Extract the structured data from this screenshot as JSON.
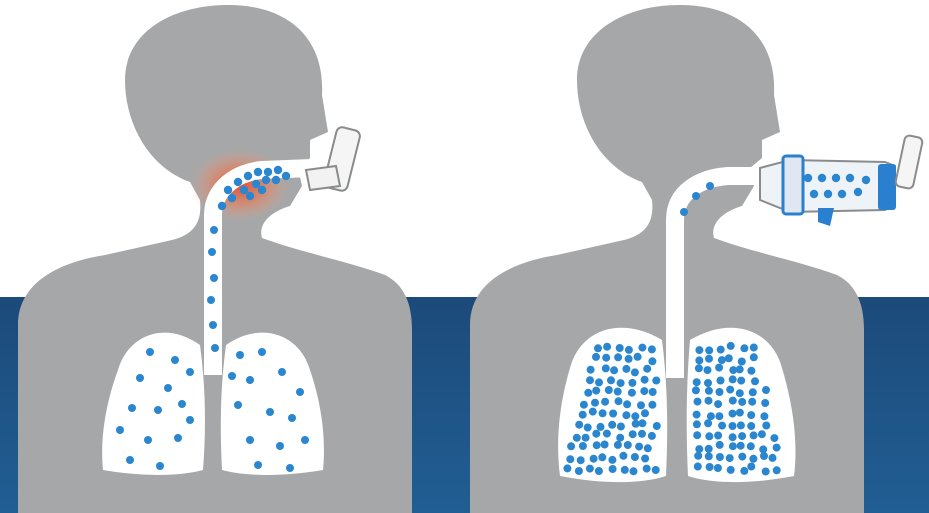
{
  "colors": {
    "background": "#ffffff",
    "band_top": "#1c4a7a",
    "band_bottom": "#215e93",
    "body_silhouette": "#a6a7a9",
    "airway_and_lungs": "#ffffff",
    "particles": "#2b86d0",
    "throat_irritation": "#e8492f",
    "inhaler_outline": "#8a8b8d",
    "spacer_accent": "#2b7fcf"
  },
  "icons": {
    "left_figure": "person-silhouette-icon",
    "left_device": "metered-dose-inhaler-icon",
    "right_figure": "person-silhouette-icon",
    "right_device": "inhaler-with-spacer-icon",
    "lungs": "lungs-icon",
    "irritation": "throat-irritation-glow"
  },
  "panels": {
    "left": {
      "lung_particle_density": "sparse",
      "throat_deposition": true
    },
    "right": {
      "lung_particle_density": "dense",
      "throat_deposition": false
    }
  }
}
